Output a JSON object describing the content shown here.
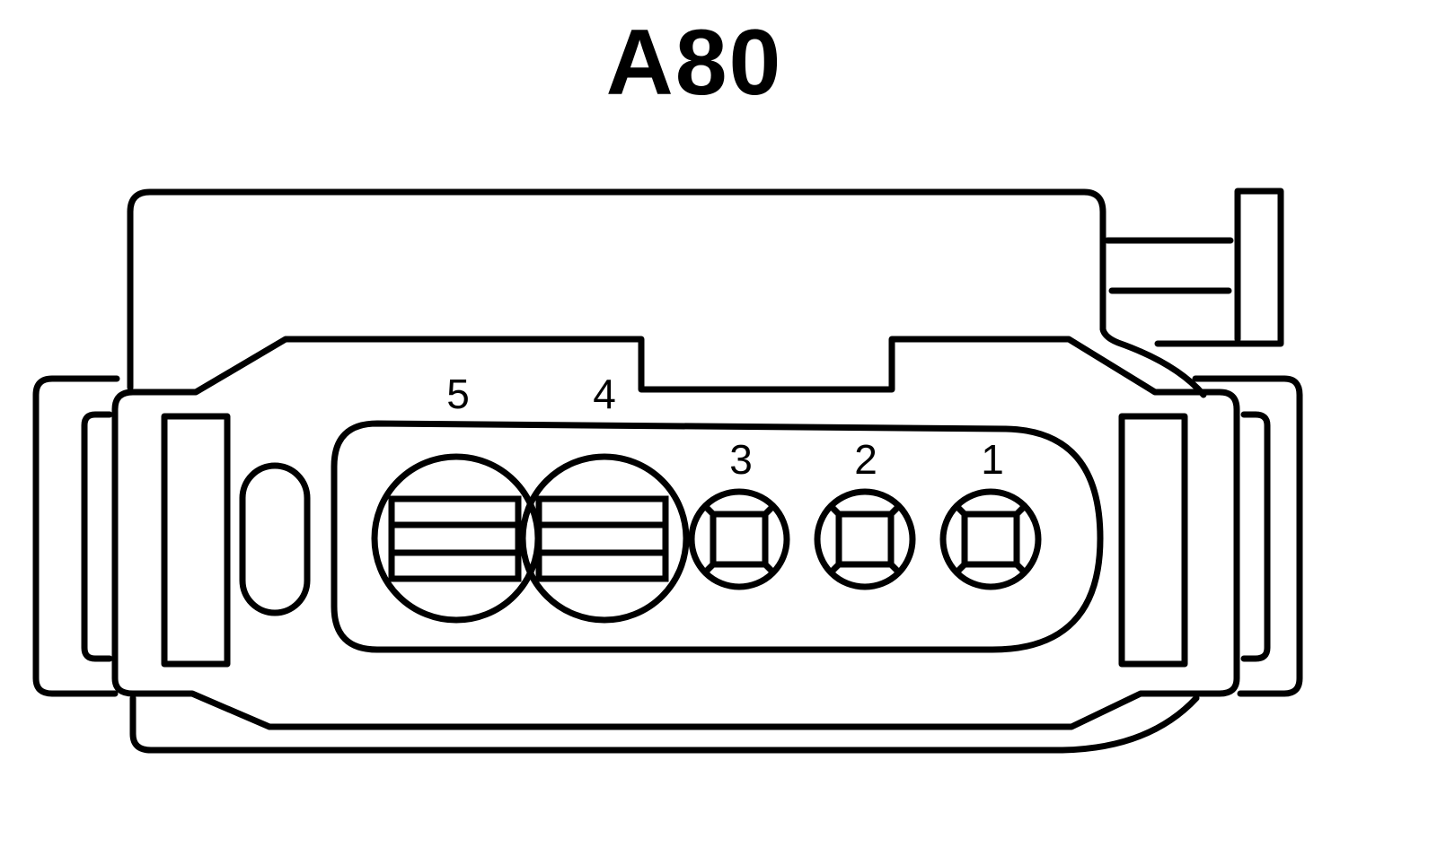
{
  "connector": {
    "title": "A80",
    "colors": {
      "stroke": "#000000",
      "background": "#ffffff"
    },
    "pins": [
      {
        "number": "5",
        "style": "striped-oval"
      },
      {
        "number": "4",
        "style": "striped-oval"
      },
      {
        "number": "3",
        "style": "square-in-circle"
      },
      {
        "number": "2",
        "style": "square-in-circle"
      },
      {
        "number": "1",
        "style": "square-in-circle"
      }
    ]
  }
}
